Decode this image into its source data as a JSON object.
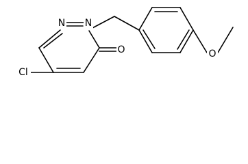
{
  "atoms": {
    "n1": "N",
    "n2": "N",
    "oxygen_carbonyl": "O",
    "chlorine": "Cl",
    "oxygen_methoxy": "O"
  }
}
